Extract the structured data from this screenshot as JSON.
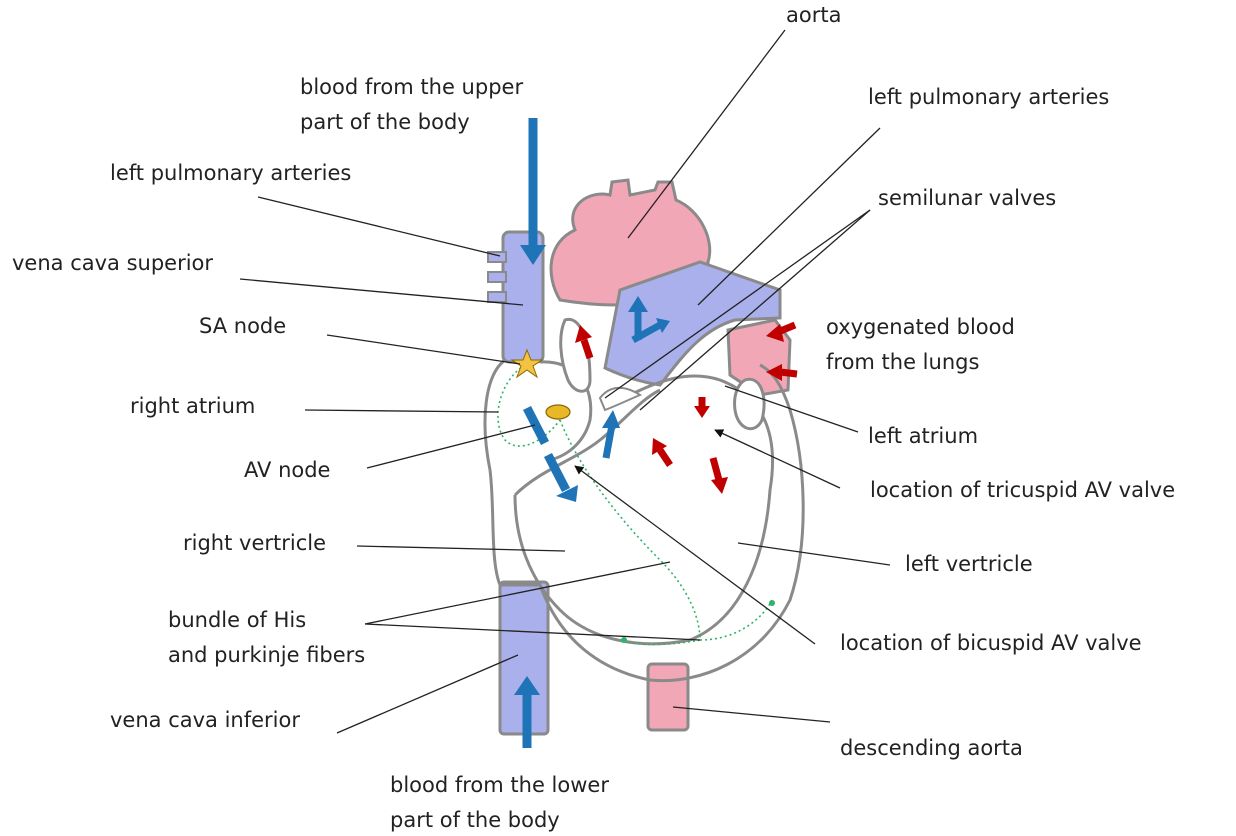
{
  "labels": {
    "aorta": "aorta",
    "left_pulmonary_arteries_right": "left pulmonary arteries",
    "semilunar_valves": "semilunar valves",
    "oxygenated_1": "oxygenated blood",
    "oxygenated_2": "from the lungs",
    "left_atrium": "left atrium",
    "tricuspid": "location of tricuspid AV valve",
    "left_ventricle": "left vertricle",
    "bicuspid": "location of bicuspid AV valve",
    "descending_aorta": "descending aorta",
    "upper_body_1": "blood from the upper",
    "upper_body_2": "part of the body",
    "left_pulmonary_arteries_left": "left pulmonary arteries",
    "vena_cava_superior": "vena cava superior",
    "sa_node": "SA node",
    "right_atrium": "right atrium",
    "av_node": "AV node",
    "right_ventricle": "right vertricle",
    "bundle_1": "bundle of His",
    "bundle_2": "and purkinje fibers",
    "vena_cava_inferior": "vena cava inferior",
    "lower_body_1": "blood from the lower",
    "lower_body_2": "part of the body"
  },
  "colors": {
    "oxygenated": "#f2a7b6",
    "deoxygenated": "#a9b0ec",
    "blue_arrow": "#1f73b7",
    "red_arrow": "#c00000",
    "conduction": "#2fb36b",
    "sa_node_star": "#f5c342",
    "wall": "#8a8a8a"
  }
}
